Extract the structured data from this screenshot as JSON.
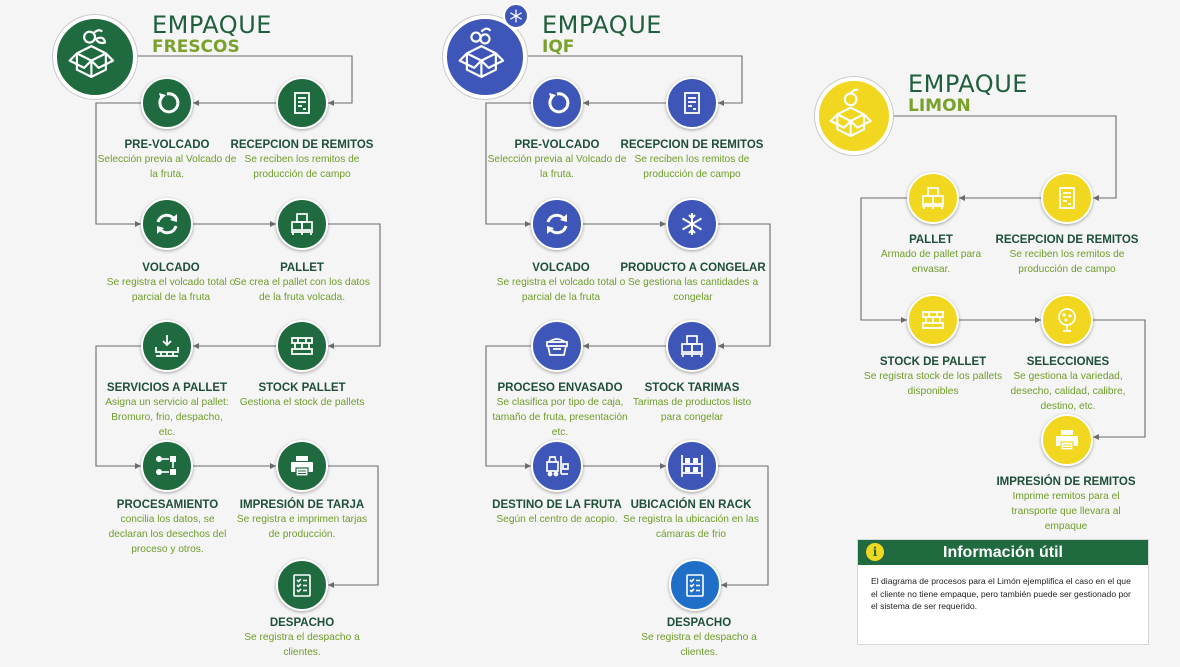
{
  "colors": {
    "green": "#1f6b3f",
    "blue": "#3e56b8",
    "yellow": "#f1d71f",
    "title_green": "#1e4f38",
    "desc_green": "#6f9d2a"
  },
  "frescos": {
    "title1": "EMPAQUE",
    "title2": "FRESCOS",
    "header_icon": "fruit-box-icon",
    "nodes": [
      {
        "id": "recepcion",
        "title": "RECEPCION DE REMITOS",
        "desc": "Se reciben los remitos de producción de campo",
        "icon": "document-icon"
      },
      {
        "id": "prevolcado",
        "title": "PRE-VOLCADO",
        "desc": "Selección previa al Volcado de la fruta.",
        "icon": "refresh-icon"
      },
      {
        "id": "volcado",
        "title": "VOLCADO",
        "desc": "Se registra el volcado total o parcial de la fruta",
        "icon": "sync-icon"
      },
      {
        "id": "pallet",
        "title": "PALLET",
        "desc": "Se crea el pallet con los datos de la fruta volcada.",
        "icon": "boxes-icon"
      },
      {
        "id": "stock",
        "title": "STOCK PALLET",
        "desc": "Gestiona el stock de pallets",
        "icon": "pallet-icon"
      },
      {
        "id": "servicios",
        "title": "SERVICIOS A PALLET",
        "desc": "Asigna un servicio al pallet: Bromuro, frio, despacho, etc.",
        "icon": "pallet-download-icon"
      },
      {
        "id": "procesamiento",
        "title": "PROCESAMIENTO",
        "desc": "concilia los datos,  se declaran los desechos del proceso y otros.",
        "icon": "flow-icon"
      },
      {
        "id": "impresion",
        "title": "IMPRESIÓN DE TARJA",
        "desc": "Se registra e imprimen tarjas de producción.",
        "icon": "printer-icon"
      },
      {
        "id": "despacho",
        "title": "DESPACHO",
        "desc": "Se registra el despacho a clientes.",
        "icon": "checklist-icon"
      }
    ]
  },
  "iqf": {
    "title1": "EMPAQUE",
    "title2": "IQF",
    "header_icon": "fruit-box-icon",
    "badge_icon": "snowflake-icon",
    "nodes": [
      {
        "id": "recepcion",
        "title": "RECEPCION DE REMITOS",
        "desc": "Se reciben los remitos de producción de campo",
        "icon": "document-icon"
      },
      {
        "id": "prevolcado",
        "title": "PRE-VOLCADO",
        "desc": "Selección previa al Volcado de la fruta.",
        "icon": "refresh-icon"
      },
      {
        "id": "volcado",
        "title": "VOLCADO",
        "desc": "Se registra el volcado total o parcial de la fruta",
        "icon": "sync-icon"
      },
      {
        "id": "congelar",
        "title": "PRODUCTO A CONGELAR",
        "desc": "Se gestiona las cantidades a congelar",
        "icon": "snowflake-icon"
      },
      {
        "id": "tarimas",
        "title": "STOCK TARIMAS",
        "desc": "Tarimas de productos listo para congelar",
        "icon": "boxes-icon"
      },
      {
        "id": "envasado",
        "title": "PROCESO ENVASADO",
        "desc": "Se clasifica por tipo de caja, tamaño de fruta, presentación etc.",
        "icon": "container-icon"
      },
      {
        "id": "destino",
        "title": "DESTINO DE LA FRUTA",
        "desc": "Según el centro de acopio.",
        "icon": "forklift-icon"
      },
      {
        "id": "rack",
        "title": "UBICACIÓN EN RACK",
        "desc": "Se registra la ubicación en las cámaras de frio",
        "icon": "rack-icon"
      },
      {
        "id": "despacho",
        "title": "DESPACHO",
        "desc": "Se registra el despacho a clientes.",
        "icon": "checklist-icon"
      }
    ]
  },
  "limon": {
    "title1": "EMPAQUE",
    "title2": "LIMON",
    "header_icon": "fruit-box-icon",
    "nodes": [
      {
        "id": "recepcion",
        "title": "RECEPCION DE REMITOS",
        "desc": "Se reciben los remitos de producción de campo",
        "icon": "document-icon"
      },
      {
        "id": "pallet",
        "title": "PALLET",
        "desc": "Armado de pallet para envasar.",
        "icon": "boxes-icon"
      },
      {
        "id": "stock",
        "title": "STOCK DE PALLET",
        "desc": "Se registra stock de los pallets disponibles",
        "icon": "pallet-icon"
      },
      {
        "id": "selecciones",
        "title": "SELECCIONES",
        "desc": "Se gestiona la variedad, desecho, calidad, calibre, destino, etc.",
        "icon": "tree-icon"
      },
      {
        "id": "impresion",
        "title": "IMPRESIÓN DE REMITOS",
        "desc": "Imprime remitos para el transporte que llevara al empaque",
        "icon": "printer-icon"
      }
    ]
  },
  "info": {
    "title": "Información útil",
    "icon": "info-icon",
    "icon_char": "i",
    "text": "El diagrama de procesos para el Limón ejemplifica el caso en el que el cliente no tiene empaque, pero también puede ser gestionado por el sistema de ser requerido."
  }
}
